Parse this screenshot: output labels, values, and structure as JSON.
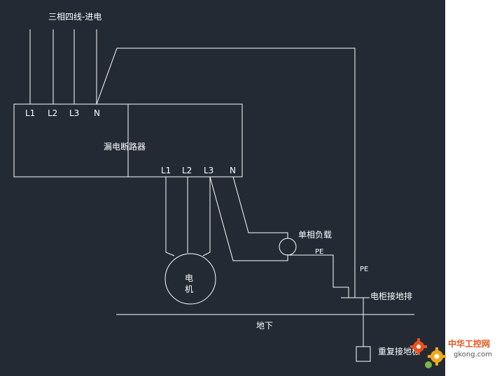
{
  "diagram": {
    "title": "三相四线-进电",
    "breaker": {
      "label": "漏电断路器",
      "input_terminals": [
        "L1",
        "L2",
        "L3",
        "N"
      ],
      "output_terminals": [
        "L1",
        "L2",
        "L3",
        "N"
      ]
    },
    "motor_label_line1": "电",
    "motor_label_line2": "机",
    "single_phase_load": "单相负载",
    "pe_label_load": "PE",
    "pe_label_main": "PE",
    "cabinet_ground_bar": "电柜接地排",
    "underground": "地下",
    "repeated_ground_pole": "重复接地极"
  },
  "watermark": {
    "brand": "中华工控网",
    "url": "gkong.com",
    "brand_color": "#e8531c"
  },
  "colors": {
    "background": "#232a33",
    "line": "#ffffff"
  }
}
